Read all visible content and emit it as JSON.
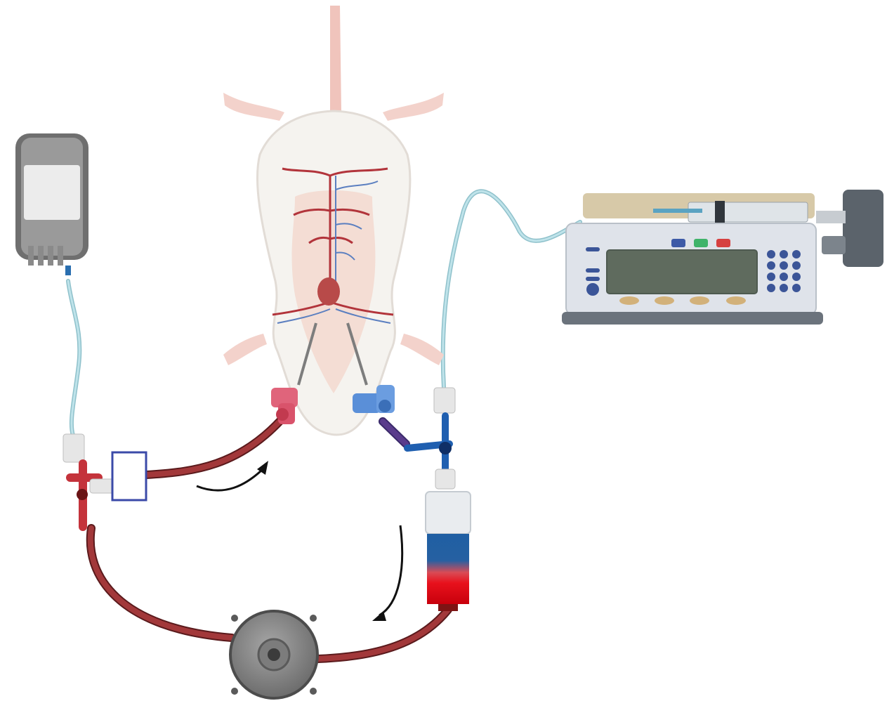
{
  "diagram": {
    "components": [
      {
        "id": "iv-bag",
        "icon": "iv-bag-icon"
      },
      {
        "id": "rat",
        "icon": "rat-vasculature-icon"
      },
      {
        "id": "arterial-cannula",
        "icon": "stopcock-icon"
      },
      {
        "id": "venous-cannula",
        "icon": "stopcock-icon"
      },
      {
        "id": "blood-filter",
        "icon": "filter-icon"
      },
      {
        "id": "three-way-stopcock-left",
        "icon": "stopcock-icon"
      },
      {
        "id": "three-way-stopcock-right",
        "icon": "stopcock-icon"
      },
      {
        "id": "reservoir",
        "icon": "blood-reservoir-icon"
      },
      {
        "id": "roller-pump",
        "icon": "centrifugal-pump-icon"
      },
      {
        "id": "syringe-pump",
        "icon": "syringe-pump-icon"
      }
    ],
    "flow": [
      "reservoir",
      "roller-pump",
      "three-way-stopcock-left",
      "blood-filter",
      "arterial-cannula",
      "rat",
      "venous-cannula",
      "three-way-stopcock-right",
      "reservoir"
    ],
    "colors": {
      "blood_tube": "#a2383a",
      "saline_tube": "#a9d6df",
      "arterial": "#d9536b",
      "venous": "#5a8fd8",
      "reservoir_blue": "#1f5fa3",
      "reservoir_red": "#e11522",
      "pump_body": "#8c8c8c",
      "syringe_pump_body": "#dfe3ea",
      "screen": "#5f6b5e",
      "arrow": "#111111"
    }
  }
}
